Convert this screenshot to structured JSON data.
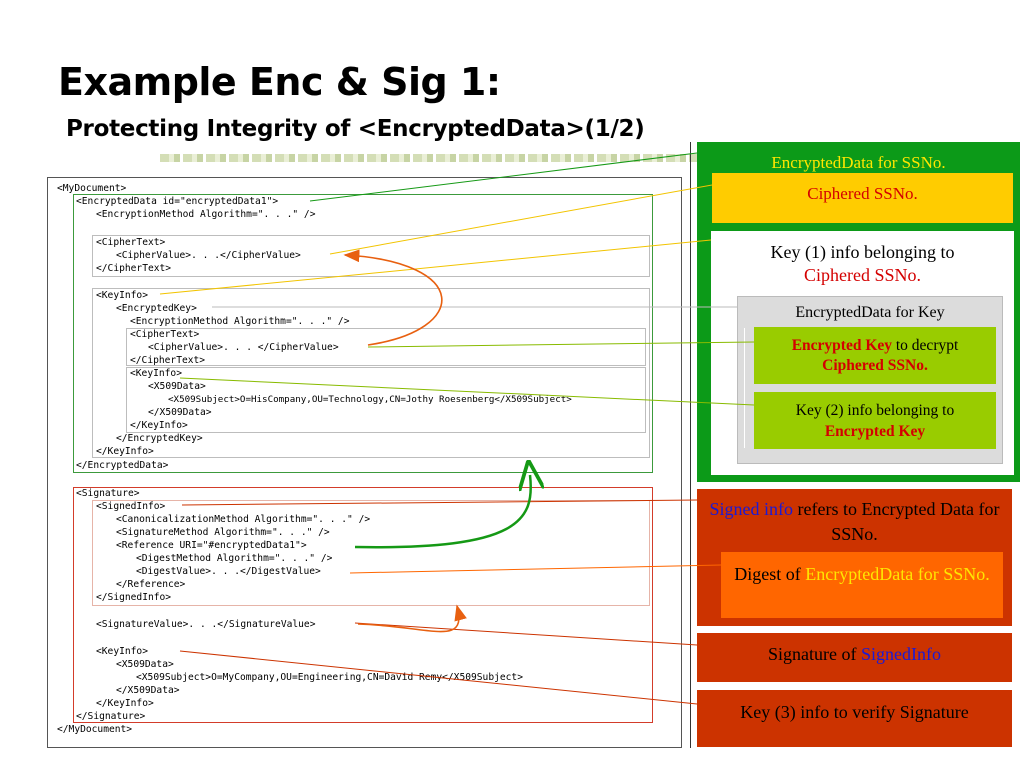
{
  "title": "Example Enc & Sig 1:",
  "subtitle": "Protecting Integrity of <EncryptedData>(1/2)",
  "code_lines": [
    "<MyDocument>",
    "<EncryptedData id=\"encryptedData1\">",
    "<EncryptionMethod Algorithm=\". . .\" />",
    "<CipherText>",
    "<CipherValue>. . .</CipherValue>",
    "</CipherText>",
    "<KeyInfo>",
    "<EncryptedKey>",
    "<EncryptionMethod Algorithm=\". . .\" />",
    "<CipherText>",
    "<CipherValue>. . . </CipherValue>",
    "</CipherText>",
    "<KeyInfo>",
    "<X509Data>",
    "<X509Subject>O=HisCompany,OU=Technology,CN=Jothy Roesenberg</X509Subject>",
    "</X509Data>",
    "</KeyInfo>",
    "</EncryptedKey>",
    "</KeyInfo>",
    "</EncryptedData>",
    "<Signature>",
    "<SignedInfo>",
    "<CanonicalizationMethod Algorithm=\". . .\" />",
    "<SignatureMethod Algorithm=\". . .\" />",
    "<Reference URI=\"#encryptedData1\">",
    "<DigestMethod Algorithm=\". . .\" />",
    "<DigestValue>. . .</DigestValue>",
    "</Reference>",
    "</SignedInfo>",
    "<SignatureValue>. . .</SignatureValue>",
    "<KeyInfo>",
    "<X509Data>",
    "<X509Subject>O=MyCompany,OU=Engineering,CN=David Remy</X509Subject>",
    "</X509Data>",
    "</KeyInfo>",
    "</Signature>",
    "</MyDocument>"
  ],
  "panels": {
    "encrypted_data_header": "EncryptedData for SSNo.",
    "ciphered_ssno": "Ciphered SSNo.",
    "key1": {
      "part1": "Key (1) info belonging to",
      "part2": "Ciphered SSNo."
    },
    "encrypted_data_for_key": "EncryptedData for Key",
    "encrypted_key": {
      "part1": "Encrypted Key",
      "part2": " to decrypt",
      "part3": "Ciphered SSNo."
    },
    "key2": {
      "part1": "Key (2) info belonging to",
      "part2": "Encrypted Key"
    },
    "signed_info": {
      "part1": "Signed info",
      "part2": " refers to Encrypted Data for SSNo."
    },
    "digest": {
      "part1": "Digest of ",
      "part2": "EncryptedData for SSNo."
    },
    "signature_of": {
      "part1": "Signature of ",
      "part2": "SignedInfo"
    },
    "key3": "Key (3) info to verify Signature"
  },
  "colors": {
    "green_panel": "#0c9a18",
    "yellow_box": "#ffcc00",
    "gray_box": "#dcdcdc",
    "lime_box": "#99cc00",
    "red_panel": "#cc3300",
    "orange_box": "#ff6600",
    "arrow_orange": "#e86010",
    "arrow_green": "#159915"
  }
}
